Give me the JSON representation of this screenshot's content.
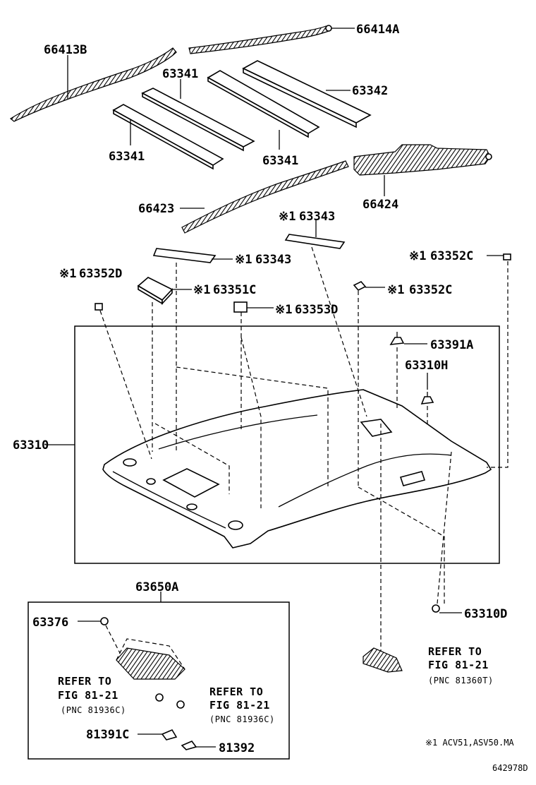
{
  "labels": {
    "p66413B": "66413B",
    "p66414A": "66414A",
    "p63341a": "63341",
    "p63341b": "63341",
    "p63341c": "63341",
    "p63342": "63342",
    "p66423": "66423",
    "p66424": "66424",
    "p63343a": "63343",
    "p63343b": "63343",
    "p63352Ca": "63352C",
    "p63352Cb": "63352C",
    "p63352D": "63352D",
    "p63351C": "63351C",
    "p63353D": "63353D",
    "p63391A": "63391A",
    "p63310H": "63310H",
    "p63310": "63310",
    "p63650A": "63650A",
    "p63376": "63376",
    "p63310D": "63310D",
    "p81391C": "81391C",
    "p81392": "81392"
  },
  "note_mark": "※1",
  "references": {
    "ref1": {
      "line1": "REFER TO",
      "line2": "FIG 81-21",
      "line3": "(PNC 81936C)"
    },
    "ref2": {
      "line1": "REFER TO",
      "line2": "FIG 81-21",
      "line3": "(PNC 81936C)"
    },
    "ref3": {
      "line1": "REFER TO",
      "line2": "FIG 81-21",
      "line3": "(PNC 81360T)"
    }
  },
  "footnote": "※1 ACV51,ASV50.MA",
  "figure_code": "642978D"
}
